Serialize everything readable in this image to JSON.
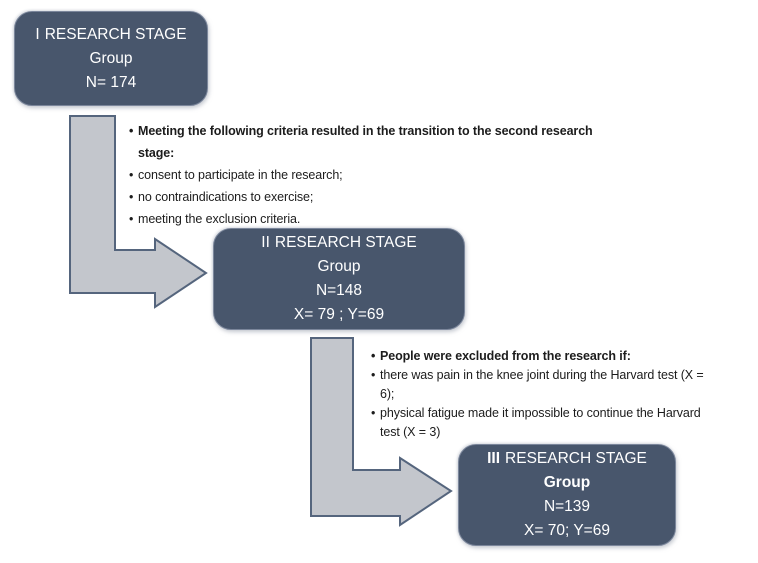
{
  "figure": {
    "type": "flowchart",
    "background": "#ffffff"
  },
  "palette": {
    "box_fill": "#48566c",
    "box_border": "#7b869b",
    "box_text": "#ffffff",
    "arrow_fill": "#c3c6cc",
    "arrow_border": "#55657d",
    "note_text": "#1c1c1c"
  },
  "bullet_glyph": "•",
  "boxes": [
    {
      "numeral": "I",
      "title_rest": "RESEARCH STAGE",
      "group": "Group",
      "n": "N= 174"
    },
    {
      "numeral": "II",
      "title_rest": "RESEARCH STAGE",
      "group": "Group",
      "n": "N=148",
      "xy": "X= 79 ; Y=69"
    },
    {
      "numeral": "III",
      "title_rest": "RESEARCH STAGE",
      "group": "Group",
      "n": "N=139",
      "xy": "X= 70; Y=69"
    }
  ],
  "notes": [
    {
      "heading": "Meeting the following criteria resulted in the transition to the second research\nstage:",
      "items": [
        "consent to participate in the research;",
        "no contraindications to exercise;",
        "meeting the exclusion criteria."
      ]
    },
    {
      "heading": "People were excluded from the research if:",
      "items": [
        "there was pain in the knee joint during the Harvard test (X =\n6);",
        "physical fatigue made it impossible to continue the Harvard\ntest (X = 3)"
      ]
    }
  ]
}
